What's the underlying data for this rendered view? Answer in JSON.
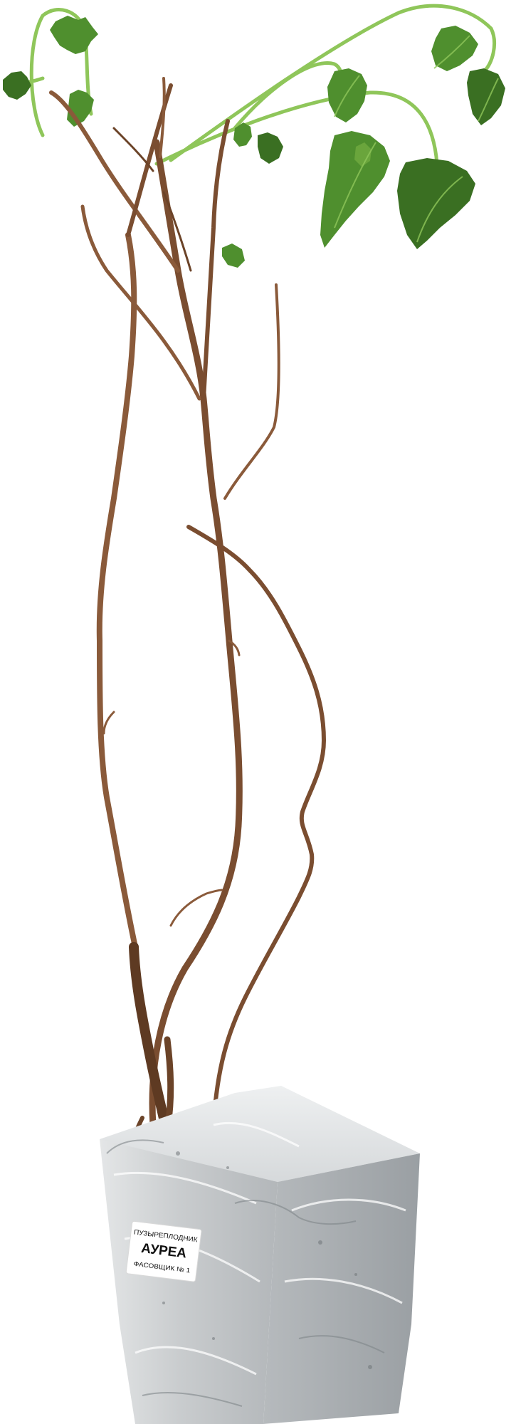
{
  "photo": {
    "subject": "potted-shrub-seedling"
  },
  "label": {
    "line1": "ПУЗЫРЕПЛОДНИК",
    "line2": "АУРЕА",
    "line3": "ФАСОВЩИК № 1"
  },
  "colors": {
    "background": "#ffffff",
    "stem": "#8a5a3a",
    "stem_dark": "#5e3a22",
    "young_shoot": "#8fc65a",
    "leaf": "#4f8f2e",
    "leaf_dark": "#3a6f22",
    "pot": "#cfd2d4",
    "pot_shade": "#a9adb0",
    "label_bg": "#ffffff"
  }
}
